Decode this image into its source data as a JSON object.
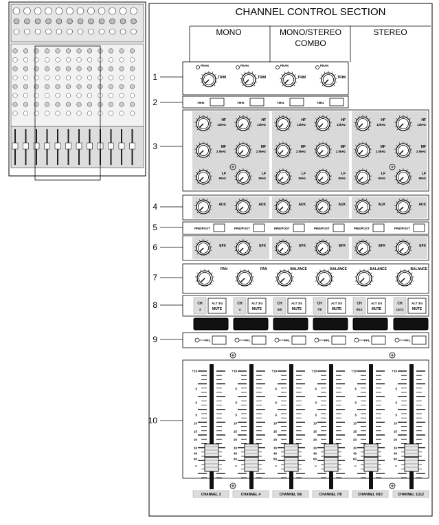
{
  "title": "CHANNEL CONTROL SECTION",
  "columns": [
    {
      "label": "MONO"
    },
    {
      "label": "MONO/STEREO",
      "label2": "COMBO"
    },
    {
      "label": "STEREO"
    }
  ],
  "callouts": [
    "1",
    "2",
    "3",
    "4",
    "5",
    "6",
    "7",
    "8",
    "9",
    "10"
  ],
  "channels": [
    {
      "number": "3",
      "name": "CHANNEL 3",
      "pan_label": "PAN"
    },
    {
      "number": "4",
      "name": "CHANNEL 4",
      "pan_label": "PAN"
    },
    {
      "number": "5/6",
      "name": "CHANNEL 5/6",
      "pan_label": "BALANCE"
    },
    {
      "number": "7/8",
      "name": "CHANNEL 7/8",
      "pan_label": "BALANCE"
    },
    {
      "number": "9/10",
      "name": "CHANNEL 9/10",
      "pan_label": "BALANCE"
    },
    {
      "number": "11/12",
      "name": "CHANNEL 11/12",
      "pan_label": "BALANCE"
    }
  ],
  "labels": {
    "peak": "PEAK",
    "trim": "TRIM",
    "hz75": "75Hz",
    "hf": "HF",
    "hf_freq": "12kHz",
    "mf": "MF",
    "mf_freq": "2.5kHz",
    "lf": "LF",
    "lf_freq": "80Hz",
    "aux": "AUX",
    "prepost": "PRE/POST",
    "efx": "EFX",
    "ch": "CH",
    "alt": "ALT 3/4",
    "mute": "MUTE",
    "pfl": "PFL"
  },
  "fader_scale": [
    "+10",
    "5",
    "0",
    "5",
    "10",
    "15",
    "20",
    "30",
    "40",
    "60",
    "∞"
  ]
}
